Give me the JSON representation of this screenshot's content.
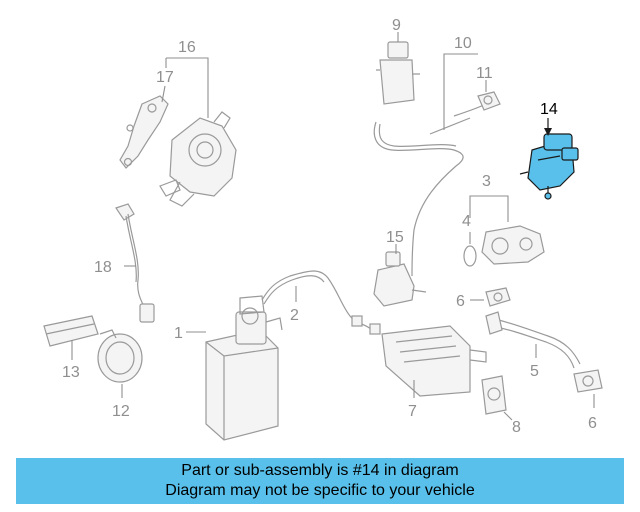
{
  "diagram": {
    "labels": {
      "c1": "1",
      "c2": "2",
      "c3": "3",
      "c4": "4",
      "c5": "5",
      "c6a": "6",
      "c6b": "6",
      "c7": "7",
      "c8": "8",
      "c9": "9",
      "c10": "10",
      "c11": "11",
      "c12": "12",
      "c13": "13",
      "c14": "14",
      "c15": "15",
      "c16": "16",
      "c17": "17",
      "c18": "18"
    },
    "highlight_color": "#58c0ea",
    "line_color": "#8f8f8f"
  },
  "banner": {
    "line1": "Part or sub-assembly is #14 in diagram",
    "line2": "Diagram may not be specific to your vehicle",
    "background": "#58c0ea"
  }
}
